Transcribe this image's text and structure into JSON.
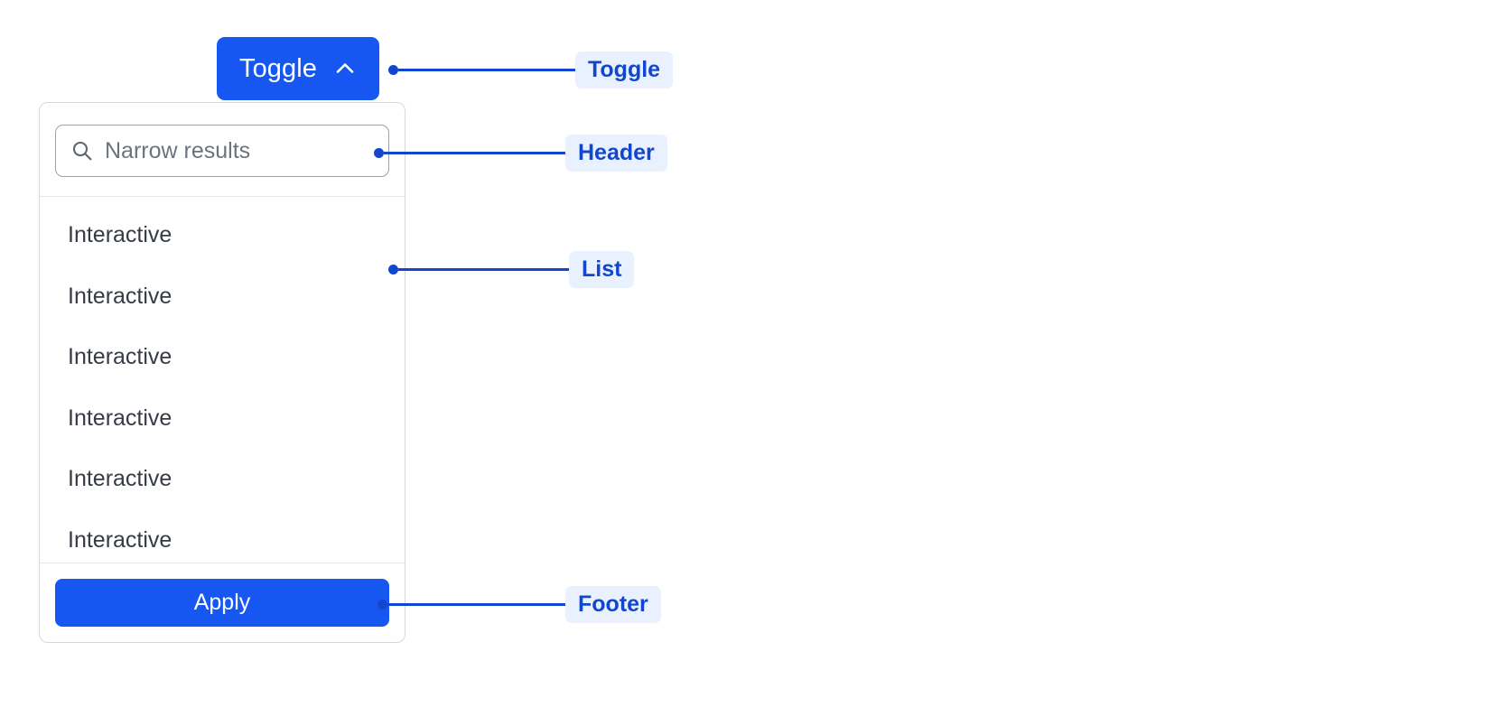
{
  "colors": {
    "accent_blue": "#1557f0",
    "annotation_blue": "#1346cf",
    "annotation_chip_bg": "#e9f0fe",
    "panel_border": "#d6d9dd",
    "divider": "#e6e8ea",
    "list_text": "#363b45",
    "placeholder_text": "#6d737c"
  },
  "toggle": {
    "label": "Toggle",
    "icon": "chevron-up-icon",
    "expanded": true
  },
  "panel": {
    "header": {
      "search": {
        "icon": "search-icon",
        "placeholder": "Narrow results",
        "value": ""
      }
    },
    "list": {
      "items": [
        {
          "label": "Interactive"
        },
        {
          "label": "Interactive"
        },
        {
          "label": "Interactive"
        },
        {
          "label": "Interactive"
        },
        {
          "label": "Interactive"
        },
        {
          "label": "Interactive"
        }
      ]
    },
    "footer": {
      "apply_label": "Apply"
    }
  },
  "annotations": [
    {
      "id": "toggle",
      "label": "Toggle"
    },
    {
      "id": "header",
      "label": "Header"
    },
    {
      "id": "list",
      "label": "List"
    },
    {
      "id": "footer",
      "label": "Footer"
    }
  ]
}
